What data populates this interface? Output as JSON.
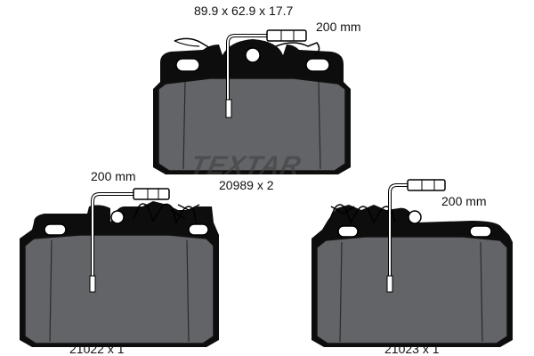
{
  "dimensions": "89.9 x 62.9 x 17.7",
  "parts": [
    {
      "code": "20989 x 2",
      "wire_length": "200 mm"
    },
    {
      "code": "21022 x 1",
      "wire_length": "200 mm"
    },
    {
      "code": "21023 x 1",
      "wire_length": "200 mm"
    }
  ],
  "watermark": "TEXTAR",
  "colors": {
    "pad_fill": "#636468",
    "backing_plate": "#0d0d0d",
    "background": "#ffffff"
  }
}
